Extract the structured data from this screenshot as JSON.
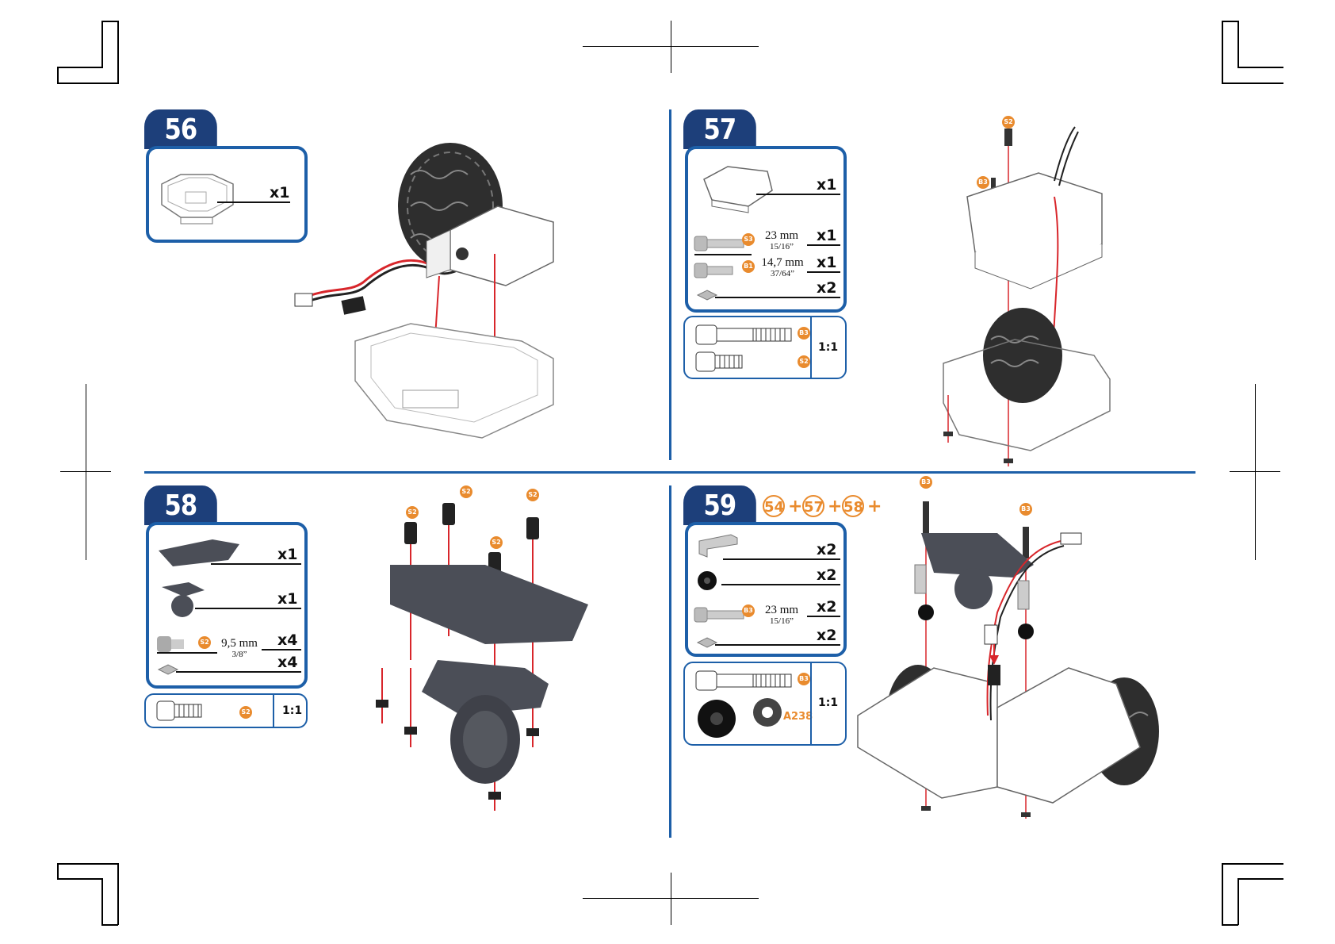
{
  "steps": {
    "s56": {
      "number": "56",
      "qty1": "x1",
      "ratio": ""
    },
    "s57": {
      "number": "57",
      "qty1": "x1",
      "dim1_main": "23 mm",
      "dim1_sub": "15/16”",
      "qty2": "x1",
      "dim2_main": "14,7 mm",
      "dim2_sub": "37/64”",
      "qty3": "x1",
      "qty4": "x2",
      "badge_s3": "S3",
      "badge_b1": "B1",
      "scale_badge_b3": "B3",
      "scale_badge_s2": "S2",
      "ratio": "1:1",
      "screw_badge_top": "S2",
      "screw_badge_mid": "B3"
    },
    "s58": {
      "number": "58",
      "qty1": "x1",
      "qty2": "x1",
      "badge_s2": "S2",
      "dim_main": "9,5 mm",
      "dim_sub": "3/8”",
      "qty3": "x4",
      "qty4": "x4",
      "scale_badge": "S2",
      "ratio": "1:1",
      "screw_badges": [
        "S2",
        "S2",
        "S2",
        "S2"
      ]
    },
    "s59": {
      "number": "59",
      "refs": [
        "54",
        "57",
        "58"
      ],
      "plus": "+",
      "qty1": "x2",
      "qty2": "x2",
      "badge_b3": "B3",
      "dim_main": "23 mm",
      "dim_sub": "15/16”",
      "qty3": "x2",
      "qty4": "x2",
      "scale_badge": "B3",
      "scale_label": "A238",
      "ratio": "1:1",
      "screw_badges": [
        "B3",
        "B3"
      ]
    }
  },
  "colors": {
    "tab": "#1d3f7a",
    "box_border": "#1d5fa8",
    "badge": "#e98b2e",
    "arrow": "#d8262b",
    "part": "#4b4e57"
  }
}
